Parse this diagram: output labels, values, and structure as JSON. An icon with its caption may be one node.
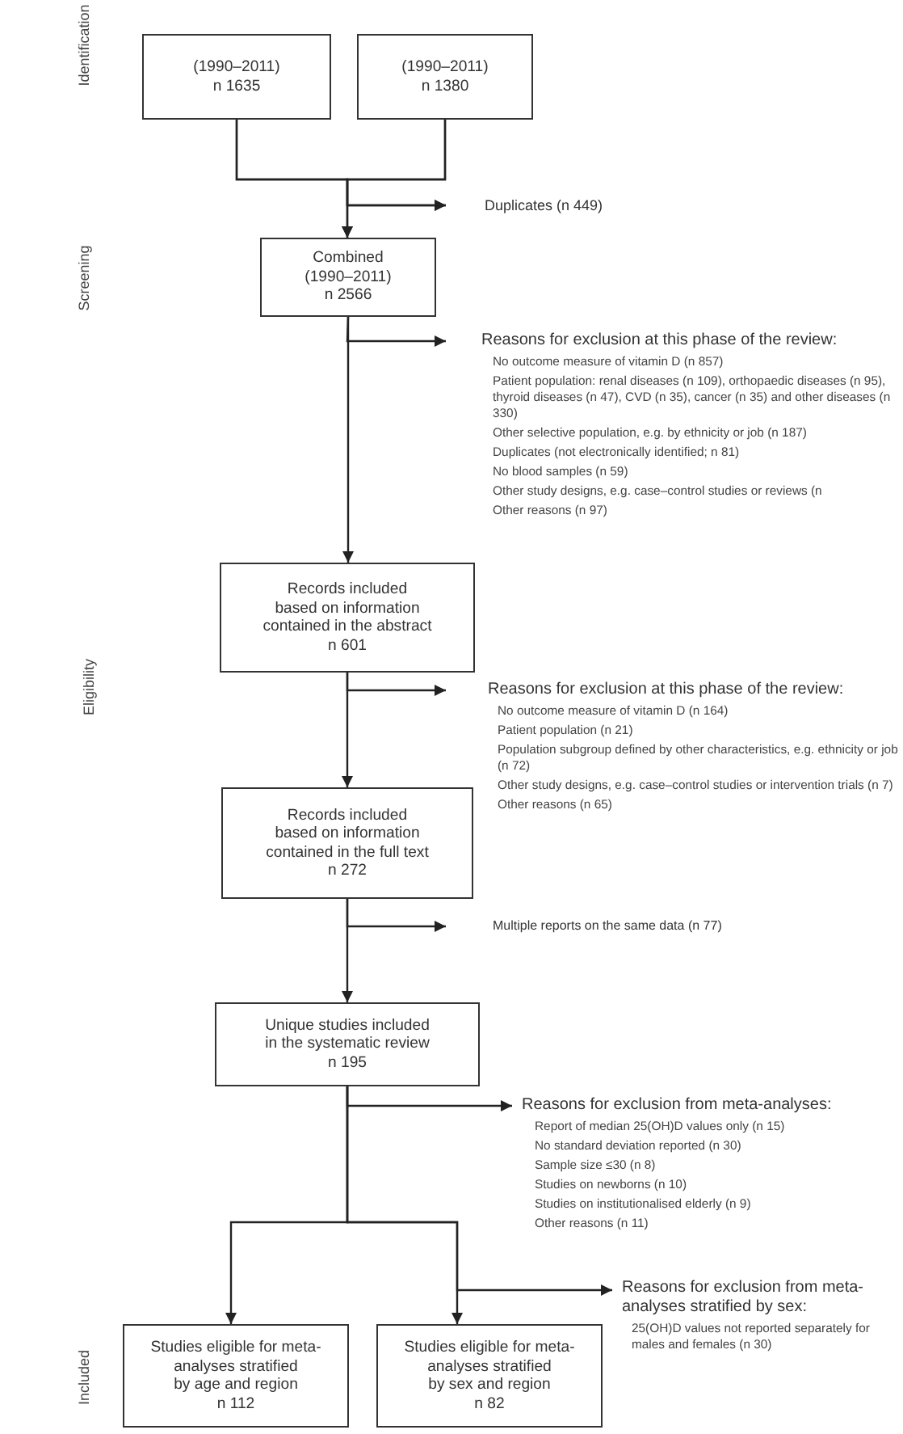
{
  "diagram": {
    "nodes": [
      {
        "text": [
          "(1990–2011)",
          "n 1635"
        ]
      },
      {
        "text": [
          "(1990–2011)",
          "n 1380"
        ]
      },
      {
        "text": [
          "Combined",
          "(1990–2011)",
          "n 2566"
        ]
      },
      {
        "text": [
          "Duplicates (n 449)"
        ]
      },
      {
        "text": [
          "Reasons for exclusion at this phase of the review:",
          "No outcome measure of vitamin D (n 857)",
          "Patient population: renal diseases (n 109), orthopaedic diseases (n 95), thyroid diseases (n 47), CVD (n 35), cancer (n 35) and other diseases (n 330)",
          "Other selective population, e.g. by ethnicity or job (n 187)",
          "Duplicates (not electronically identified; n 81)",
          "No blood samples (n 59)",
          "Other study designs, e.g. case–control studies or reviews (n",
          "Other reasons (n 97)"
        ]
      },
      {
        "text": [
          "Records included based on information contained in the abstract",
          "n 601"
        ]
      },
      {
        "text": [
          "Reasons for exclusion at this phase of the review:",
          "No outcome measure of vitamin D (n 164)",
          "Patient population (n 21)",
          "Population subgroup defined by other characteristics, e.g. ethnicity or job (n 72)",
          "Other study designs, e.g. case–control studies or intervention trials (n 7)",
          "Other reasons (n 65)"
        ]
      },
      {
        "text": [
          "Records included based on information contained in the full text",
          "n 272"
        ]
      },
      {
        "text": [
          "Multiple reports on the same data (n 77)"
        ]
      },
      {
        "text": [
          "Unique studies included in the systematic review",
          "n 195"
        ]
      },
      {
        "text": [
          "Reasons for exclusion from meta-analyses:",
          "Report of median 25(OH)D values only (n 15)",
          "No standard deviation reported (n 30)",
          "Sample size ≤30 (n 8)",
          "Studies on newborns (n 10)",
          "Studies on institutionalised elderly (n 9)",
          "Other reasons (n 11)"
        ]
      },
      {
        "text": [
          "Reasons for exclusion from meta-analyses stratified by sex:",
          "25(OH)D values not reported separately for males and females (n 30)"
        ]
      },
      {
        "text": [
          "Studies eligible for meta-analyses stratified by age and region",
          "n 112"
        ]
      },
      {
        "text": [
          "Studies eligible for meta-analyses stratified by sex and region",
          "n 82"
        ]
      }
    ],
    "edges": [
      {
        "from": 0,
        "to": 2,
        "arrow": "to"
      },
      {
        "from": 1,
        "to": 2,
        "arrow": "to"
      },
      {
        "from": 0,
        "to": 3,
        "arrow": "to"
      },
      {
        "from": 1,
        "to": 3,
        "arrow": "to"
      },
      {
        "from": 2,
        "to": 4,
        "arrow": "to"
      },
      {
        "from": 2,
        "to": 5,
        "arrow": "to"
      },
      {
        "from": 5,
        "to": 6,
        "arrow": "to"
      },
      {
        "from": 5,
        "to": 7,
        "arrow": "to"
      },
      {
        "from": 7,
        "to": 8,
        "arrow": "to"
      },
      {
        "from": 7,
        "to": 9,
        "arrow": "to"
      },
      {
        "from": 9,
        "to": 10,
        "arrow": "to"
      },
      {
        "from": 9,
        "to": 12,
        "arrow": "to"
      },
      {
        "from": 9,
        "to": 13,
        "arrow": "to"
      },
      {
        "from": 9,
        "to": 11,
        "arrow": "to"
      }
    ],
    "labels": [
      "Identification",
      "Screening",
      "Eligibility",
      "Included"
    ]
  }
}
